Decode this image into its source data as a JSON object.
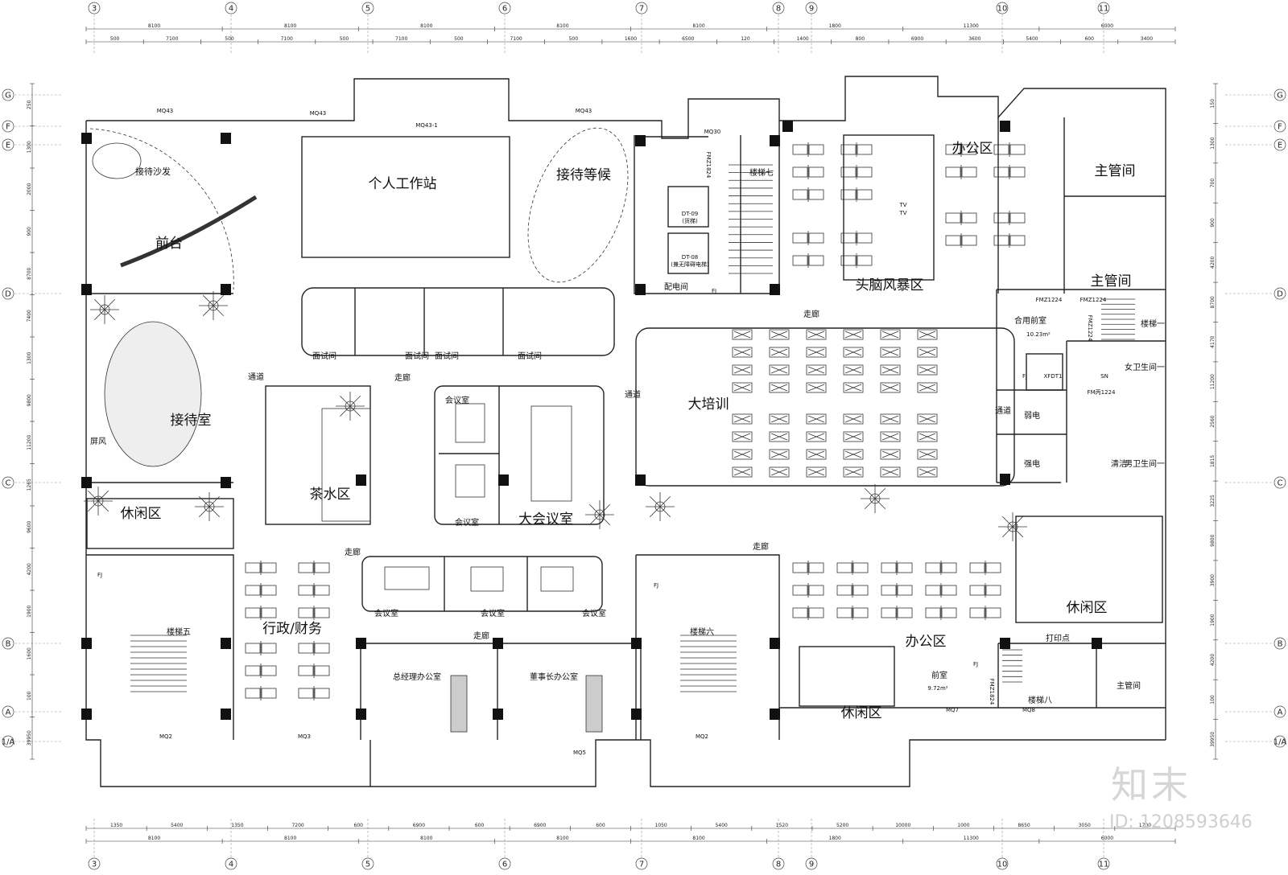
{
  "rooms": [
    {
      "key": "reception_sofa",
      "text": "接待沙发",
      "size": 11
    },
    {
      "key": "front_desk",
      "text": "前台",
      "size": 17
    },
    {
      "key": "workstation",
      "text": "个人工作站",
      "size": 17
    },
    {
      "key": "waiting",
      "text": "接待等候",
      "size": 17
    },
    {
      "key": "stair7",
      "text": "楼梯七",
      "size": 10
    },
    {
      "key": "office_area_top",
      "text": "办公区",
      "size": 17
    },
    {
      "key": "manager1",
      "text": "主管间",
      "size": 17
    },
    {
      "key": "manager2",
      "text": "主管间",
      "size": 17
    },
    {
      "key": "brainstorm",
      "text": "头脑风暴区",
      "size": 17
    },
    {
      "key": "power_room",
      "text": "配电间",
      "size": 10
    },
    {
      "key": "interview1",
      "text": "面试间",
      "size": 10
    },
    {
      "key": "interview2",
      "text": "面试间",
      "size": 10
    },
    {
      "key": "interview3",
      "text": "面试间",
      "size": 10
    },
    {
      "key": "interview4",
      "text": "面试间",
      "size": 10
    },
    {
      "key": "reception_room",
      "text": "接待室",
      "size": 17
    },
    {
      "key": "passage_left",
      "text": "通道",
      "size": 10
    },
    {
      "key": "corridor1",
      "text": "走廊",
      "size": 10
    },
    {
      "key": "corridor_top",
      "text": "走廊",
      "size": 10
    },
    {
      "key": "shared_lobby",
      "text": "合用前室",
      "size": 10
    },
    {
      "key": "stair1",
      "text": "楼梯一",
      "size": 10
    },
    {
      "key": "female_wc",
      "text": "女卫生间一",
      "size": 10
    },
    {
      "key": "male_wc",
      "text": "男卫生间一",
      "size": 10
    },
    {
      "key": "weak_elec",
      "text": "弱电",
      "size": 10
    },
    {
      "key": "strong_elec",
      "text": "强电",
      "size": 10
    },
    {
      "key": "cleaning",
      "text": "清洁",
      "size": 10
    },
    {
      "key": "screen",
      "text": "屏风",
      "size": 10
    },
    {
      "key": "meeting_small1",
      "text": "会议室",
      "size": 10
    },
    {
      "key": "meeting_small2",
      "text": "会议室",
      "size": 10
    },
    {
      "key": "tea_area",
      "text": "茶水区",
      "size": 17
    },
    {
      "key": "big_meeting",
      "text": "大会议室",
      "size": 17
    },
    {
      "key": "big_training",
      "text": "大培训",
      "size": 17
    },
    {
      "key": "passage_mid",
      "text": "通道",
      "size": 10
    },
    {
      "key": "passage_right",
      "text": "通道",
      "size": 10
    },
    {
      "key": "leisure1",
      "text": "休闲区",
      "size": 17
    },
    {
      "key": "corridor2",
      "text": "走廊",
      "size": 10
    },
    {
      "key": "corridor3",
      "text": "走廊",
      "size": 10
    },
    {
      "key": "leisure2",
      "text": "休闲区",
      "size": 17
    },
    {
      "key": "stair5",
      "text": "楼梯五",
      "size": 10
    },
    {
      "key": "admin_finance",
      "text": "行政/财务",
      "size": 17
    },
    {
      "key": "meeting_row1",
      "text": "会议室",
      "size": 10
    },
    {
      "key": "meeting_row2",
      "text": "会议室",
      "size": 10
    },
    {
      "key": "meeting_row3",
      "text": "会议室",
      "size": 10
    },
    {
      "key": "corridor4",
      "text": "走廊",
      "size": 10
    },
    {
      "key": "stair6",
      "text": "楼梯六",
      "size": 10
    },
    {
      "key": "office_area_bottom",
      "text": "办公区",
      "size": 17
    },
    {
      "key": "print_point",
      "text": "打印点",
      "size": 10
    },
    {
      "key": "gm_office",
      "text": "总经理办公室",
      "size": 10
    },
    {
      "key": "chairman_office",
      "text": "董事长办公室",
      "size": 10
    },
    {
      "key": "front_room",
      "text": "前室",
      "size": 10
    },
    {
      "key": "stair8",
      "text": "楼梯八",
      "size": 10
    },
    {
      "key": "leisure3",
      "text": "休闲区",
      "size": 17
    },
    {
      "key": "manager3",
      "text": "主管间",
      "size": 10
    }
  ],
  "codes": [
    {
      "key": "mq43_a",
      "text": "MQ43"
    },
    {
      "key": "mq43_b",
      "text": "MQ43"
    },
    {
      "key": "mq43_1",
      "text": "MQ43-1"
    },
    {
      "key": "mq43_c",
      "text": "MQ43"
    },
    {
      "key": "mq30",
      "text": "MQ30"
    },
    {
      "key": "fmz1824_a",
      "text": "FMZ1824"
    },
    {
      "key": "dt09",
      "text": "DT-09"
    },
    {
      "key": "dt09_sub",
      "text": "(货梯)"
    },
    {
      "key": "dt08",
      "text": "DT-08"
    },
    {
      "key": "dt08_sub",
      "text": "(兼无障碍电梯)"
    },
    {
      "key": "fj1",
      "text": "FJ"
    },
    {
      "key": "fmz1224_a",
      "text": "FMZ1224"
    },
    {
      "key": "fmz1224_b",
      "text": "FMZ1224"
    },
    {
      "key": "area_1023",
      "text": "10.23m²"
    },
    {
      "key": "fmz1224_c",
      "text": "FMZ1224"
    },
    {
      "key": "fj2",
      "text": "FJ"
    },
    {
      "key": "xfdt1",
      "text": "XFDT1"
    },
    {
      "key": "sn",
      "text": "SN"
    },
    {
      "key": "fmz1224_d",
      "text": "FM丙1224"
    },
    {
      "key": "fj3",
      "text": "FJ"
    },
    {
      "key": "fj4",
      "text": "FJ"
    },
    {
      "key": "mq2_a",
      "text": "MQ2"
    },
    {
      "key": "mq3",
      "text": "MQ3"
    },
    {
      "key": "mq5",
      "text": "MQ5"
    },
    {
      "key": "mq2_b",
      "text": "MQ2"
    },
    {
      "key": "area_972",
      "text": "9.72m²"
    },
    {
      "key": "mq7",
      "text": "MQ7"
    },
    {
      "key": "mq8",
      "text": "MQ8"
    },
    {
      "key": "fj5",
      "text": "FJ"
    },
    {
      "key": "fmz1824_b",
      "text": "FMZ1824"
    },
    {
      "key": "tv1",
      "text": "TV"
    },
    {
      "key": "tv2",
      "text": "TV"
    }
  ],
  "grid_axes": {
    "columns": [
      "3",
      "4",
      "5",
      "6",
      "7",
      "8",
      "9",
      "10",
      "11"
    ],
    "rows": [
      "G",
      "F",
      "E",
      "D",
      "C",
      "B",
      "A",
      "1/A"
    ]
  },
  "dimensions": {
    "top_row1": [
      "8100",
      "8100",
      "8100",
      "8100",
      "8100",
      "1800",
      "11300",
      "6000"
    ],
    "top_row2": [
      "500",
      "7100",
      "500",
      "7100",
      "500",
      "7100",
      "500",
      "7100",
      "500",
      "1600",
      "6500",
      "120",
      "1400",
      "800",
      "6900",
      "3600",
      "5400",
      "600",
      "3400"
    ],
    "bottom_row1": [
      "1350",
      "5400",
      "1350",
      "7200",
      "600",
      "6900",
      "600",
      "6900",
      "600",
      "1050",
      "5400",
      "1520",
      "5200",
      "10000",
      "1000",
      "8650",
      "3050",
      "1700"
    ],
    "bottom_row2": [
      "8100",
      "8100",
      "8100",
      "8100",
      "8100",
      "1800",
      "11300",
      "6000"
    ],
    "left": [
      "250",
      "1300",
      "2000",
      "900",
      "8700",
      "7400",
      "1300",
      "9800",
      "11200",
      "1265",
      "9600",
      "4200",
      "1900",
      "1600",
      "100",
      "39950"
    ],
    "right": [
      "150",
      "1300",
      "700",
      "900",
      "4200",
      "8700",
      "4170",
      "11200",
      "2560",
      "1815",
      "3225",
      "9800",
      "3900",
      "1900",
      "4200",
      "100",
      "39950"
    ]
  },
  "watermark": {
    "brand": "知末",
    "id": "ID: 1208593646"
  }
}
